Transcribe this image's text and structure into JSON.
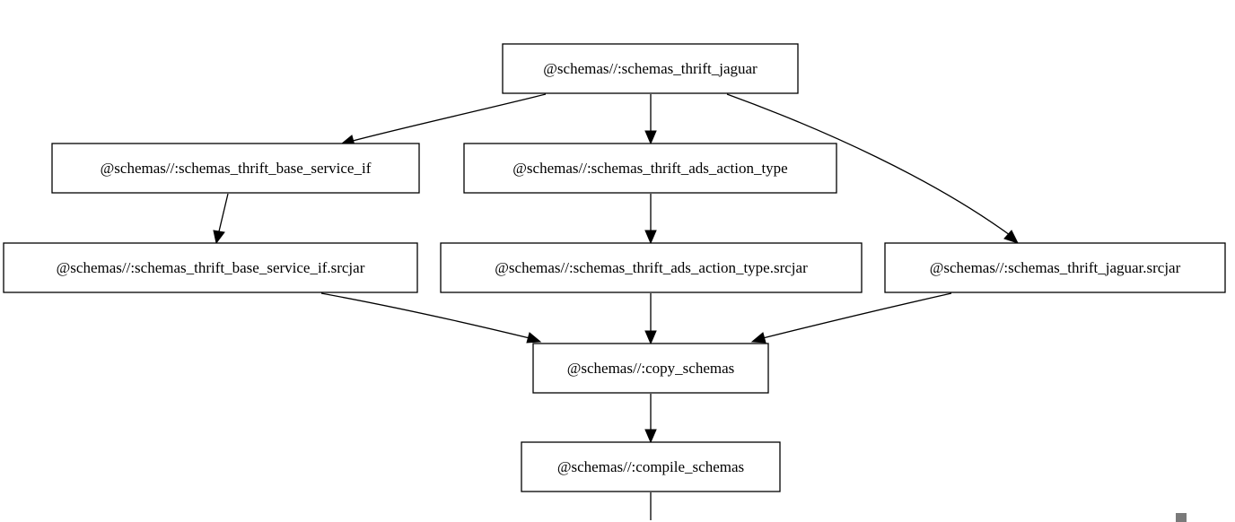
{
  "nodes": [
    {
      "id": "jaguar",
      "label": "@schemas//:schemas_thrift_jaguar"
    },
    {
      "id": "base_service_if",
      "label": "@schemas//:schemas_thrift_base_service_if"
    },
    {
      "id": "ads_action_type",
      "label": "@schemas//:schemas_thrift_ads_action_type"
    },
    {
      "id": "base_service_if_srcjar",
      "label": "@schemas//:schemas_thrift_base_service_if.srcjar"
    },
    {
      "id": "ads_action_type_srcjar",
      "label": "@schemas//:schemas_thrift_ads_action_type.srcjar"
    },
    {
      "id": "jaguar_srcjar",
      "label": "@schemas//:schemas_thrift_jaguar.srcjar"
    },
    {
      "id": "copy_schemas",
      "label": "@schemas//:copy_schemas"
    },
    {
      "id": "compile_schemas",
      "label": "@schemas//:compile_schemas"
    }
  ],
  "edges": [
    {
      "from": "jaguar",
      "to": "base_service_if"
    },
    {
      "from": "jaguar",
      "to": "ads_action_type"
    },
    {
      "from": "jaguar",
      "to": "jaguar_srcjar"
    },
    {
      "from": "base_service_if",
      "to": "base_service_if_srcjar"
    },
    {
      "from": "ads_action_type",
      "to": "ads_action_type_srcjar"
    },
    {
      "from": "base_service_if_srcjar",
      "to": "copy_schemas"
    },
    {
      "from": "ads_action_type_srcjar",
      "to": "copy_schemas"
    },
    {
      "from": "jaguar_srcjar",
      "to": "copy_schemas"
    },
    {
      "from": "copy_schemas",
      "to": "compile_schemas"
    }
  ]
}
